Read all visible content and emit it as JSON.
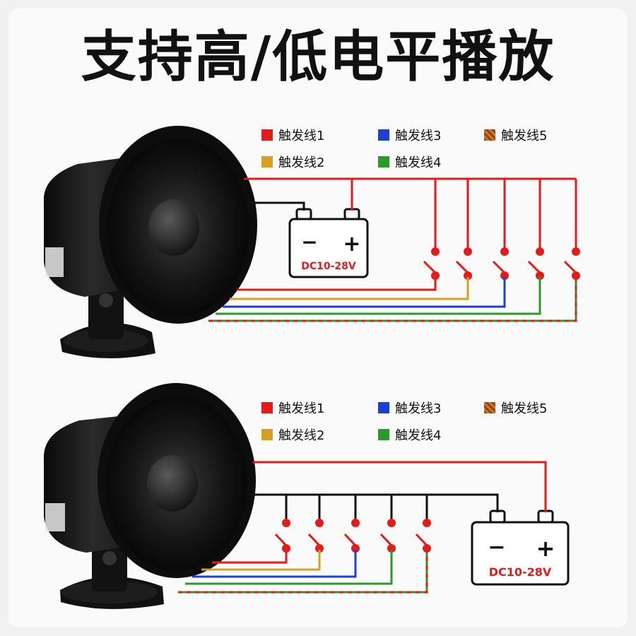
{
  "title": "支持高/低电平播放",
  "legend": {
    "line1": "触发线1",
    "line2": "触发线2",
    "line3": "触发线3",
    "line4": "触发线4",
    "line5": "触发线5"
  },
  "colors": {
    "line1": "#e31b1b",
    "line2": "#d7a024",
    "line3": "#1c3fd6",
    "line4": "#2a9a2a",
    "line5": "#c46a28"
  },
  "top_diagram": {
    "battery_label": "DC10-28V",
    "battery_minus": "−",
    "battery_plus": "+"
  },
  "bottom_diagram": {
    "battery_label": "DC10-28V",
    "battery_minus": "−",
    "battery_plus": "+"
  }
}
